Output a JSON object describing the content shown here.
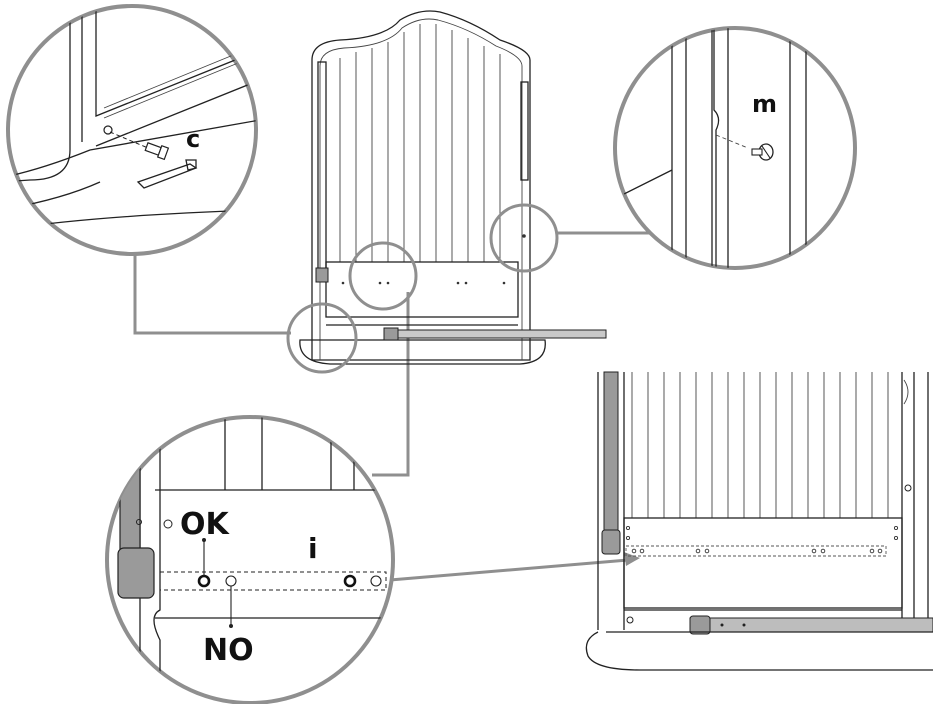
{
  "labels": {
    "c": "c",
    "m": "m",
    "ok": "OK",
    "i": "i",
    "no": "NO"
  },
  "colors": {
    "ink": "#222222",
    "callout": "#8f8f8f",
    "rail": "#9a9a9a",
    "background": "#ffffff"
  }
}
